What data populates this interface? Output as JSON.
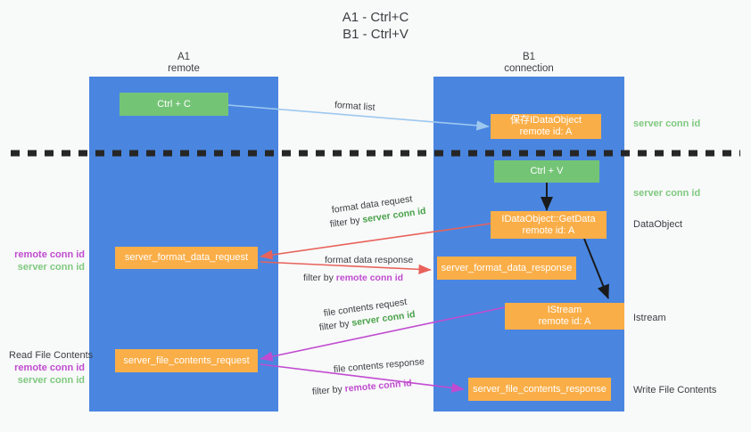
{
  "diagram": {
    "title": "A1 - Ctrl+C\nB1 - Ctrl+V",
    "lanes": [
      {
        "id": "a1",
        "label": "A1\nremote"
      },
      {
        "id": "b1",
        "label": "B1\nconnection"
      }
    ],
    "nodes": [
      {
        "id": "ctrl-c",
        "label": "Ctrl + C",
        "color": "green"
      },
      {
        "id": "save-idataobject",
        "label": "保存IDataObject\nremote id: A",
        "color": "orange"
      },
      {
        "id": "ctrl-v",
        "label": "Ctrl + V",
        "color": "green"
      },
      {
        "id": "idataobject-getdata",
        "label": "IDataObject::GetData\nremote id: A",
        "color": "orange"
      },
      {
        "id": "server-format-data-request",
        "label": "server_format_data_request",
        "color": "orange"
      },
      {
        "id": "server-format-data-response",
        "label": "server_format_data_response",
        "color": "orange"
      },
      {
        "id": "istream",
        "label": "IStream\nremote id: A",
        "color": "orange"
      },
      {
        "id": "server-file-contents-request",
        "label": "server_file_contents_request",
        "color": "orange"
      },
      {
        "id": "server-file-contents-response",
        "label": "server_file_contents_response",
        "color": "orange"
      }
    ],
    "edge_labels": [
      {
        "id": "format-list",
        "text": "format list",
        "filter_prefix": "",
        "filter_value": "",
        "filter_kind": ""
      },
      {
        "id": "format-data-request",
        "text": "format data request",
        "filter_prefix": "filter by ",
        "filter_value": "server conn id",
        "filter_kind": "g"
      },
      {
        "id": "format-data-response",
        "text": "format data response",
        "filter_prefix": "filter by ",
        "filter_value": "remote conn id",
        "filter_kind": "p"
      },
      {
        "id": "file-contents-request",
        "text": "file contents request",
        "filter_prefix": "filter by ",
        "filter_value": "server conn id",
        "filter_kind": "g"
      },
      {
        "id": "file-contents-response",
        "text": "file contents response",
        "filter_prefix": "filter by ",
        "filter_value": "remote conn id",
        "filter_kind": "p"
      }
    ],
    "side_notes": {
      "right_server_conn_top": "server conn id",
      "right_server_conn_mid": "server conn id",
      "right_dataobject": "DataObject",
      "right_istream": "Istream",
      "right_write_file_contents": "Write File Contents",
      "left_format_remote": "remote conn id",
      "left_format_server": "server conn id",
      "left_read_file_contents": "Read File Contents",
      "left_file_remote": "remote conn id",
      "left_file_server": "server conn id"
    },
    "colors": {
      "lane": "#4a86e0",
      "green_node": "#74c476",
      "orange_node": "#faae48",
      "green_text": "#49a24a",
      "purple_text": "#c04bd0",
      "light_blue_arrow": "#9dc8ef",
      "red_arrow": "#e8625a",
      "magenta_arrow": "#c04bd0",
      "black_arrow": "#1a1a1a",
      "background": "#f8f9f9"
    }
  }
}
